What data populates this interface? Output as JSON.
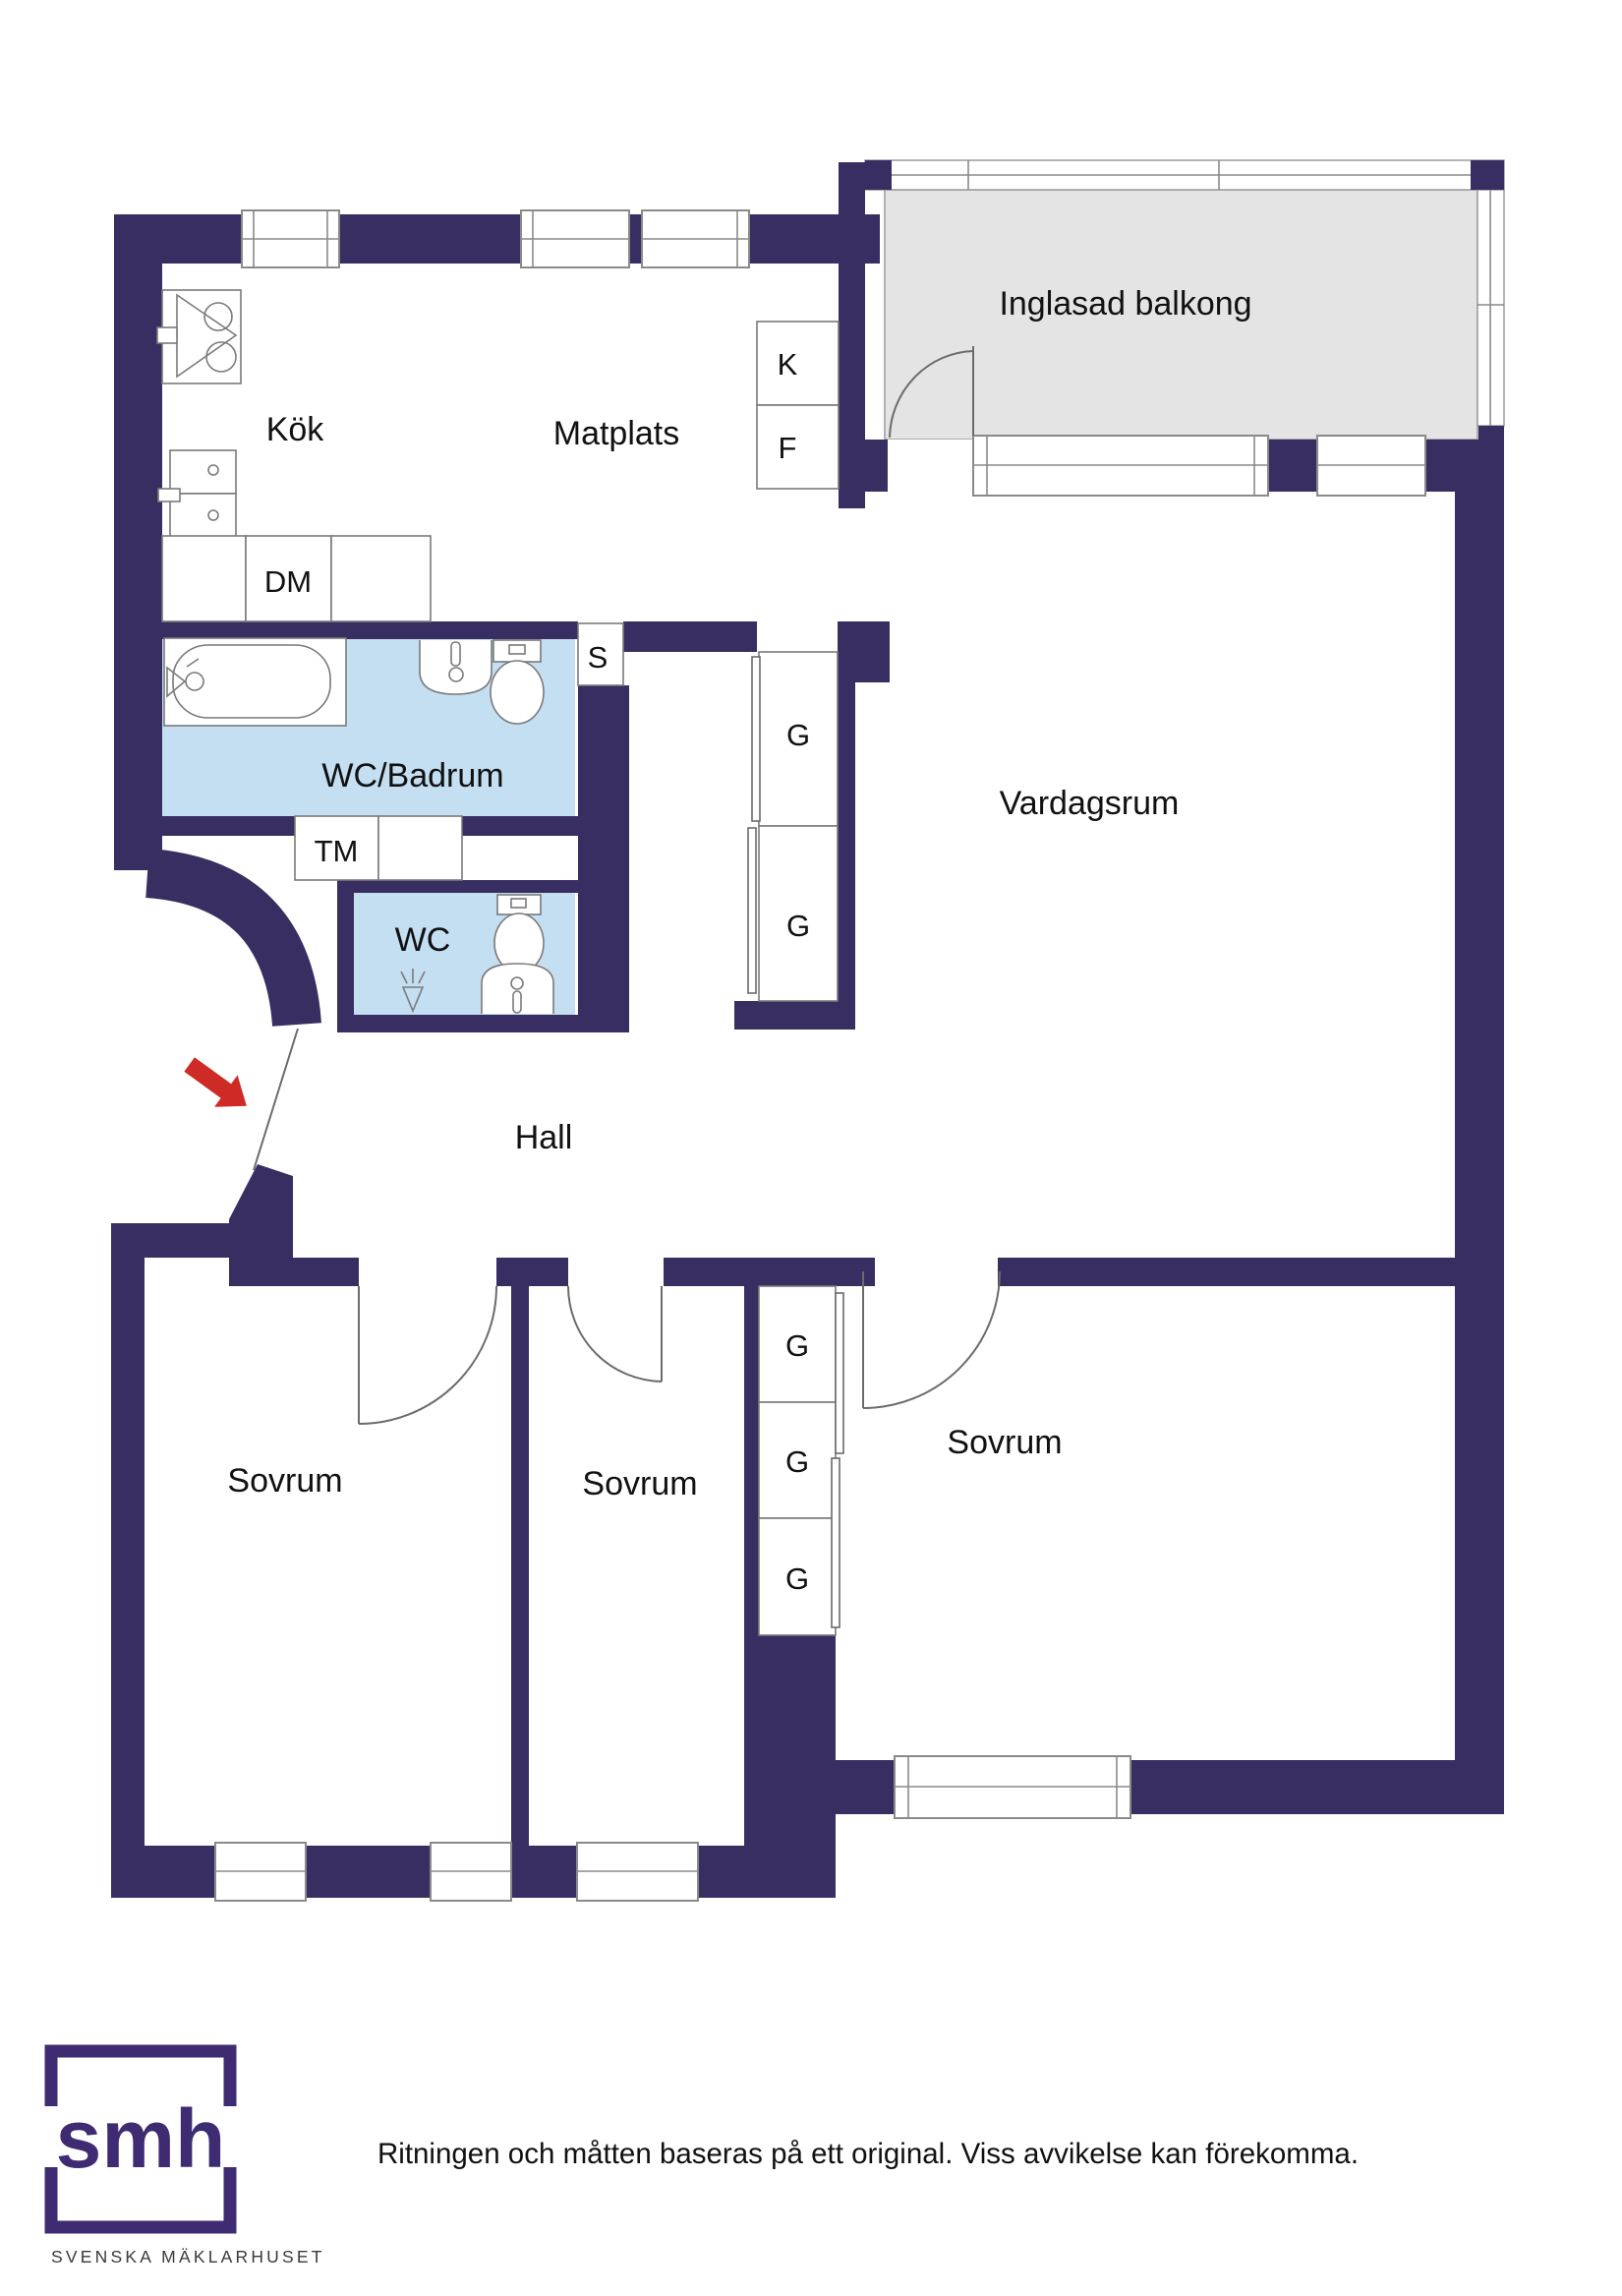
{
  "plan": {
    "rooms": {
      "kitchen": "Kök",
      "dining": "Matplats",
      "balcony": "Inglasad balkong",
      "living": "Vardagsrum",
      "bathroom": "WC/Badrum",
      "wc": "WC",
      "hall": "Hall",
      "bedroom1": "Sovrum",
      "bedroom2": "Sovrum",
      "bedroom3": "Sovrum"
    },
    "closets": {
      "fridge": "K",
      "freezer": "F",
      "cleaning": "S",
      "washer": "TM",
      "dishwasher": "DM",
      "wardrobe": "G"
    },
    "colors": {
      "wall": "#382e61",
      "bathroom_fill": "#c4def2",
      "balcony_fill": "#e4e4e4",
      "entrance_arrow": "#cf2b26",
      "logo": "#3f2b72"
    }
  },
  "footer": {
    "logo_text": "smh",
    "logo_subtext": "SVENSKA MÄKLARHUSET",
    "disclaimer": "Ritningen och måtten baseras på ett original. Viss avvikelse kan förekomma."
  }
}
